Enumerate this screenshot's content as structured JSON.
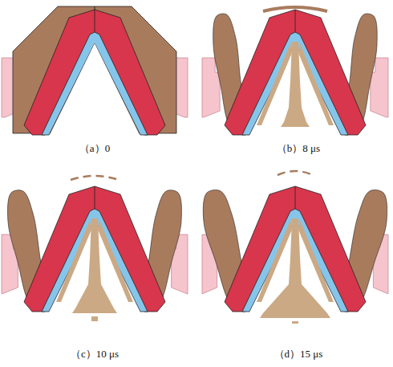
{
  "diagram": {
    "labels": [
      "（a）0",
      "（b）8 μs",
      "（c）10 μs",
      "（d）15 μs"
    ]
  }
}
